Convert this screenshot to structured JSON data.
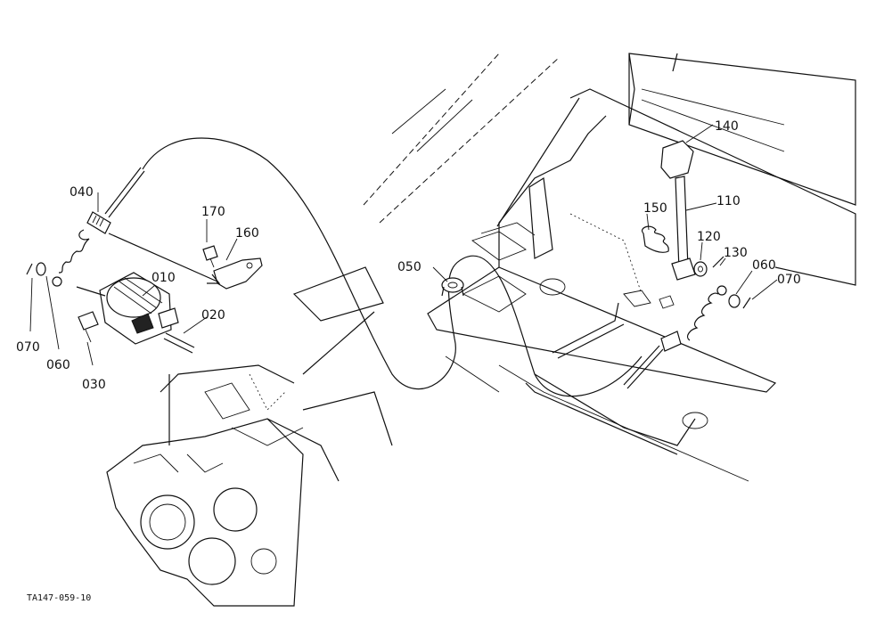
{
  "callouts": {
    "p010": "010",
    "p020": "020",
    "p030": "030",
    "p040": "040",
    "p050": "050",
    "p060_left": "060",
    "p070_left": "070",
    "p060_right": "060",
    "p070_right": "070",
    "p110": "110",
    "p120": "120",
    "p130": "130",
    "p140": "140",
    "p150": "150",
    "p160": "160",
    "p170": "170"
  },
  "drawing_code": "TA147-059-10"
}
